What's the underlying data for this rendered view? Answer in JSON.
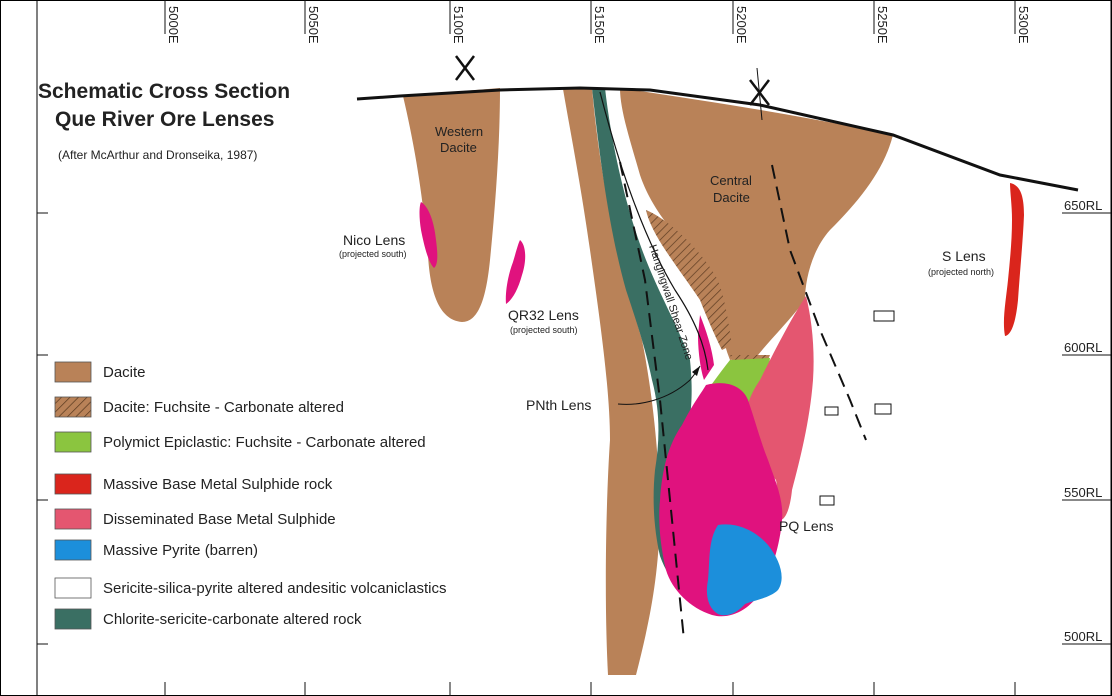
{
  "title": {
    "line1": "Schematic Cross Section",
    "line2": "Que River Ore Lenses",
    "credit": "(After McArthur and Dronseika, 1987)"
  },
  "easting_ticks": [
    "5000E",
    "5050E",
    "5100E",
    "5150E",
    "5200E",
    "5250E",
    "5300E"
  ],
  "rl_ticks": [
    "650RL",
    "600RL",
    "550RL",
    "500RL"
  ],
  "units": {
    "western_dacite": [
      "Western",
      "Dacite"
    ],
    "central_dacite": [
      "Central",
      "Dacite"
    ],
    "shear_zone": "Hangingwall Shear Zone"
  },
  "lenses": {
    "nico": {
      "name": "Nico Lens",
      "note": "(projected south)"
    },
    "qr32": {
      "name": "QR32 Lens",
      "note": "(projected south)"
    },
    "s": {
      "name": "S Lens",
      "note": "(projected north)"
    },
    "pnth": {
      "name": "PNth Lens"
    },
    "pq": {
      "name": "PQ Lens"
    }
  },
  "legend": [
    {
      "label": "Dacite",
      "color": "#B98258",
      "pattern": "solid"
    },
    {
      "label": "Dacite: Fuchsite - Carbonate altered",
      "color": "#B98258",
      "pattern": "hatch"
    },
    {
      "label": "Polymict Epiclastic: Fuchsite - Carbonate altered",
      "color": "#8BC53F",
      "pattern": "solid"
    },
    {
      "label": "Massive Base Metal Sulphide rock",
      "color": "#DA251C",
      "pattern": "solid"
    },
    {
      "label": "Disseminated Base Metal Sulphide",
      "color": "#E45670",
      "pattern": "solid"
    },
    {
      "label": "Massive Pyrite (barren)",
      "color": "#1C8FDB",
      "pattern": "solid"
    },
    {
      "label": "Sericite-silica-pyrite altered andesitic volcaniclastics",
      "color": "#FFFFFF",
      "pattern": "solid"
    },
    {
      "label": "Chlorite-sericite-carbonate altered rock",
      "color": "#3A6F63",
      "pattern": "solid"
    }
  ],
  "colors": {
    "dacite": "#B98258",
    "chlorite": "#3A6F63",
    "polymict": "#8BC53F",
    "massive_sulphide": "#DA251C",
    "disseminated": "#E45670",
    "magenta_lens": "#E0127E",
    "pyrite": "#1C8FDB"
  }
}
